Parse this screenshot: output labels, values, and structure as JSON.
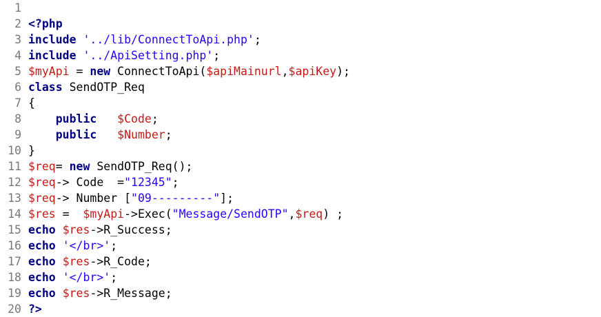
{
  "colors": {
    "keyword": "#000080",
    "variable": "#c41a16",
    "string": "#2a00ff",
    "text": "#000000",
    "line_number": "#787878",
    "background": "#ffffff"
  },
  "lines": [
    {
      "n": "1",
      "t": []
    },
    {
      "n": "2",
      "t": [
        {
          "c": "kw",
          "v": "<?php"
        }
      ]
    },
    {
      "n": "3",
      "t": [
        {
          "c": "kw",
          "v": "include"
        },
        {
          "c": "plain",
          "v": " "
        },
        {
          "c": "str",
          "v": "'../lib/ConnectToApi.php'"
        },
        {
          "c": "plain",
          "v": ";"
        }
      ]
    },
    {
      "n": "4",
      "t": [
        {
          "c": "kw",
          "v": "include"
        },
        {
          "c": "plain",
          "v": " "
        },
        {
          "c": "str",
          "v": "'../ApiSetting.php'"
        },
        {
          "c": "plain",
          "v": ";"
        }
      ]
    },
    {
      "n": "5",
      "t": [
        {
          "c": "var",
          "v": "$myApi"
        },
        {
          "c": "plain",
          "v": " = "
        },
        {
          "c": "kw",
          "v": "new"
        },
        {
          "c": "plain",
          "v": " ConnectToApi("
        },
        {
          "c": "var",
          "v": "$apiMainurl"
        },
        {
          "c": "plain",
          "v": ","
        },
        {
          "c": "var",
          "v": "$apiKey"
        },
        {
          "c": "plain",
          "v": ");"
        }
      ]
    },
    {
      "n": "6",
      "t": [
        {
          "c": "kw",
          "v": "class"
        },
        {
          "c": "plain",
          "v": " SendOTP_Req"
        }
      ]
    },
    {
      "n": "7",
      "t": [
        {
          "c": "plain",
          "v": "{"
        }
      ]
    },
    {
      "n": "8",
      "t": [
        {
          "c": "plain",
          "v": "    "
        },
        {
          "c": "kw",
          "v": "public"
        },
        {
          "c": "plain",
          "v": "   "
        },
        {
          "c": "var",
          "v": "$Code"
        },
        {
          "c": "plain",
          "v": ";"
        }
      ]
    },
    {
      "n": "9",
      "t": [
        {
          "c": "plain",
          "v": "    "
        },
        {
          "c": "kw",
          "v": "public"
        },
        {
          "c": "plain",
          "v": "   "
        },
        {
          "c": "var",
          "v": "$Number"
        },
        {
          "c": "plain",
          "v": ";"
        }
      ]
    },
    {
      "n": "10",
      "t": [
        {
          "c": "plain",
          "v": "}"
        }
      ]
    },
    {
      "n": "11",
      "t": [
        {
          "c": "var",
          "v": "$req"
        },
        {
          "c": "plain",
          "v": "= "
        },
        {
          "c": "kw",
          "v": "new"
        },
        {
          "c": "plain",
          "v": " SendOTP_Req();"
        }
      ]
    },
    {
      "n": "12",
      "t": [
        {
          "c": "var",
          "v": "$req"
        },
        {
          "c": "plain",
          "v": "-> Code  ="
        },
        {
          "c": "str",
          "v": "\"12345\""
        },
        {
          "c": "plain",
          "v": ";"
        }
      ]
    },
    {
      "n": "13",
      "t": [
        {
          "c": "var",
          "v": "$req"
        },
        {
          "c": "plain",
          "v": "-> Number ["
        },
        {
          "c": "str",
          "v": "\"09---------\""
        },
        {
          "c": "plain",
          "v": "];"
        }
      ]
    },
    {
      "n": "14",
      "t": [
        {
          "c": "var",
          "v": "$res"
        },
        {
          "c": "plain",
          "v": " =  "
        },
        {
          "c": "var",
          "v": "$myApi"
        },
        {
          "c": "plain",
          "v": "->Exec("
        },
        {
          "c": "str",
          "v": "\"Message/SendOTP\""
        },
        {
          "c": "plain",
          "v": ","
        },
        {
          "c": "var",
          "v": "$req"
        },
        {
          "c": "plain",
          "v": ") ;"
        }
      ]
    },
    {
      "n": "15",
      "t": [
        {
          "c": "kw",
          "v": "echo"
        },
        {
          "c": "plain",
          "v": " "
        },
        {
          "c": "var",
          "v": "$res"
        },
        {
          "c": "plain",
          "v": "->R_Success;"
        }
      ]
    },
    {
      "n": "16",
      "t": [
        {
          "c": "kw",
          "v": "echo"
        },
        {
          "c": "plain",
          "v": " "
        },
        {
          "c": "str",
          "v": "'</br>'"
        },
        {
          "c": "plain",
          "v": ";"
        }
      ]
    },
    {
      "n": "17",
      "t": [
        {
          "c": "kw",
          "v": "echo"
        },
        {
          "c": "plain",
          "v": " "
        },
        {
          "c": "var",
          "v": "$res"
        },
        {
          "c": "plain",
          "v": "->R_Code;"
        }
      ]
    },
    {
      "n": "18",
      "t": [
        {
          "c": "kw",
          "v": "echo"
        },
        {
          "c": "plain",
          "v": " "
        },
        {
          "c": "str",
          "v": "'</br>'"
        },
        {
          "c": "plain",
          "v": ";"
        }
      ]
    },
    {
      "n": "19",
      "t": [
        {
          "c": "kw",
          "v": "echo"
        },
        {
          "c": "plain",
          "v": " "
        },
        {
          "c": "var",
          "v": "$res"
        },
        {
          "c": "plain",
          "v": "->R_Message;"
        }
      ]
    },
    {
      "n": "20",
      "t": [
        {
          "c": "kw",
          "v": "?>"
        }
      ]
    }
  ]
}
